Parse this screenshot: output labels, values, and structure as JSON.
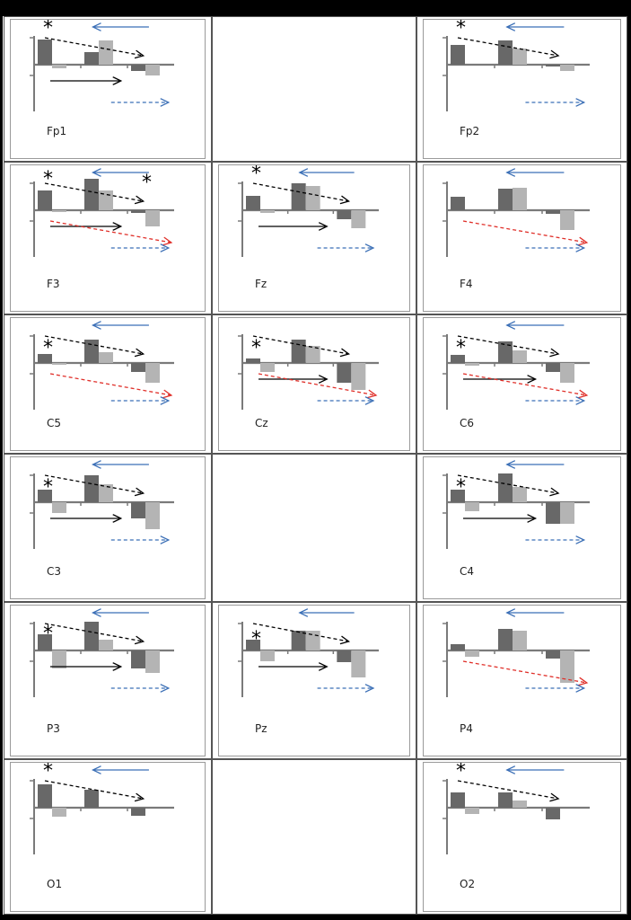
{
  "colors": {
    "bar_dark": "#686868",
    "bar_light": "#b4b4b4",
    "axis": "#7a7a7a",
    "arrow_blue": "#3b6fb6",
    "arrow_red": "#e0302a",
    "arrow_black": "#000000"
  },
  "chart_data": [
    {
      "label": "Fp1",
      "type": "bar",
      "values": [
        [
          28,
          -4
        ],
        [
          14,
          27
        ],
        [
          -7,
          -12
        ]
      ],
      "stars": [
        [
          0,
          36
        ]
      ],
      "arrows": [
        {
          "color": "blue",
          "style": "solid",
          "dir": "left",
          "row": 1
        },
        {
          "color": "black",
          "style": "dashed",
          "dir": "diag",
          "row": 2
        },
        {
          "color": "black",
          "style": "solid",
          "dir": "right",
          "row": 3
        },
        {
          "color": "blue",
          "style": "dashed",
          "dir": "right",
          "row": 4
        }
      ]
    },
    {
      "label": "Fp2",
      "type": "bar",
      "values": [
        [
          22,
          0
        ],
        [
          27,
          18
        ],
        [
          -2,
          -7
        ]
      ],
      "stars": [
        [
          0,
          36
        ]
      ],
      "arrows": [
        {
          "color": "blue",
          "style": "solid",
          "dir": "left",
          "row": 1
        },
        {
          "color": "black",
          "style": "dashed",
          "dir": "diag",
          "row": 2
        },
        {
          "color": "blue",
          "style": "dashed",
          "dir": "right",
          "row": 4
        }
      ]
    },
    {
      "label": "F3",
      "type": "bar",
      "values": [
        [
          22,
          -2
        ],
        [
          35,
          22
        ],
        [
          -3,
          -18
        ]
      ],
      "stars": [
        [
          0,
          30
        ],
        [
          2,
          26
        ]
      ],
      "arrows": [
        {
          "color": "blue",
          "style": "solid",
          "dir": "left",
          "row": 1
        },
        {
          "color": "black",
          "style": "dashed",
          "dir": "diag",
          "row": 2
        },
        {
          "color": "black",
          "style": "solid",
          "dir": "right",
          "row": 3
        },
        {
          "color": "red",
          "style": "dashed",
          "dir": "diag",
          "row": 3
        },
        {
          "color": "blue",
          "style": "dashed",
          "dir": "right",
          "row": 4
        }
      ]
    },
    {
      "label": "Fz",
      "type": "bar",
      "values": [
        [
          16,
          -3
        ],
        [
          30,
          27
        ],
        [
          -10,
          -20
        ]
      ],
      "stars": [
        [
          0,
          36
        ]
      ],
      "arrows": [
        {
          "color": "blue",
          "style": "solid",
          "dir": "left",
          "row": 1
        },
        {
          "color": "black",
          "style": "dashed",
          "dir": "diag",
          "row": 2
        },
        {
          "color": "black",
          "style": "solid",
          "dir": "right",
          "row": 3
        },
        {
          "color": "blue",
          "style": "dashed",
          "dir": "right",
          "row": 4
        }
      ]
    },
    {
      "label": "F4",
      "type": "bar",
      "values": [
        [
          15,
          0
        ],
        [
          24,
          25
        ],
        [
          -4,
          -22
        ]
      ],
      "stars": [],
      "arrows": [
        {
          "color": "blue",
          "style": "solid",
          "dir": "left",
          "row": 1
        },
        {
          "color": "red",
          "style": "dashed",
          "dir": "diag",
          "row": 3
        },
        {
          "color": "blue",
          "style": "dashed",
          "dir": "right",
          "row": 4
        }
      ]
    },
    {
      "label": "C5",
      "type": "bar",
      "values": [
        [
          10,
          -2
        ],
        [
          26,
          12
        ],
        [
          -10,
          -22
        ]
      ],
      "stars": [
        [
          0,
          12
        ]
      ],
      "arrows": [
        {
          "color": "blue",
          "style": "solid",
          "dir": "left",
          "row": 1
        },
        {
          "color": "black",
          "style": "dashed",
          "dir": "diag",
          "row": 2
        },
        {
          "color": "red",
          "style": "dashed",
          "dir": "diag",
          "row": 3
        },
        {
          "color": "blue",
          "style": "dashed",
          "dir": "right",
          "row": 4
        }
      ]
    },
    {
      "label": "Cz",
      "type": "bar",
      "values": [
        [
          5,
          -10
        ],
        [
          26,
          19
        ],
        [
          -22,
          -30
        ]
      ],
      "stars": [
        [
          0,
          12
        ]
      ],
      "arrows": [
        {
          "color": "black",
          "style": "dashed",
          "dir": "diag",
          "row": 2
        },
        {
          "color": "black",
          "style": "solid",
          "dir": "right",
          "row": 3
        },
        {
          "color": "red",
          "style": "dashed",
          "dir": "diag",
          "row": 3
        },
        {
          "color": "blue",
          "style": "dashed",
          "dir": "right",
          "row": 4
        }
      ]
    },
    {
      "label": "C6",
      "type": "bar",
      "values": [
        [
          9,
          -3
        ],
        [
          24,
          14
        ],
        [
          -10,
          -22
        ]
      ],
      "stars": [
        [
          0,
          12
        ]
      ],
      "arrows": [
        {
          "color": "blue",
          "style": "solid",
          "dir": "left",
          "row": 1
        },
        {
          "color": "black",
          "style": "dashed",
          "dir": "diag",
          "row": 2
        },
        {
          "color": "black",
          "style": "solid",
          "dir": "right",
          "row": 3
        },
        {
          "color": "red",
          "style": "dashed",
          "dir": "diag",
          "row": 3
        },
        {
          "color": "blue",
          "style": "dashed",
          "dir": "right",
          "row": 4
        }
      ]
    },
    {
      "label": "C3",
      "type": "bar",
      "values": [
        [
          14,
          -12
        ],
        [
          30,
          20
        ],
        [
          -18,
          -30
        ]
      ],
      "stars": [
        [
          0,
          12
        ]
      ],
      "arrows": [
        {
          "color": "blue",
          "style": "solid",
          "dir": "left",
          "row": 1
        },
        {
          "color": "black",
          "style": "dashed",
          "dir": "diag",
          "row": 2
        },
        {
          "color": "black",
          "style": "solid",
          "dir": "right",
          "row": 3
        },
        {
          "color": "blue",
          "style": "dashed",
          "dir": "right",
          "row": 4
        }
      ]
    },
    {
      "label": "C4",
      "type": "bar",
      "values": [
        [
          14,
          -10
        ],
        [
          32,
          17
        ],
        [
          -24,
          -24
        ]
      ],
      "stars": [
        [
          0,
          12
        ]
      ],
      "arrows": [
        {
          "color": "blue",
          "style": "solid",
          "dir": "left",
          "row": 1
        },
        {
          "color": "black",
          "style": "dashed",
          "dir": "diag",
          "row": 2
        },
        {
          "color": "black",
          "style": "solid",
          "dir": "right",
          "row": 3
        },
        {
          "color": "blue",
          "style": "dashed",
          "dir": "right",
          "row": 4
        }
      ]
    },
    {
      "label": "P3",
      "type": "bar",
      "values": [
        [
          18,
          -20
        ],
        [
          32,
          12
        ],
        [
          -20,
          -25
        ]
      ],
      "stars": [
        [
          0,
          14
        ]
      ],
      "arrows": [
        {
          "color": "blue",
          "style": "solid",
          "dir": "left",
          "row": 1
        },
        {
          "color": "black",
          "style": "dashed",
          "dir": "diag",
          "row": 2
        },
        {
          "color": "black",
          "style": "solid",
          "dir": "right",
          "row": 3
        },
        {
          "color": "blue",
          "style": "dashed",
          "dir": "right",
          "row": 4
        }
      ]
    },
    {
      "label": "Pz",
      "type": "bar",
      "values": [
        [
          12,
          -12
        ],
        [
          22,
          22
        ],
        [
          -13,
          -30
        ]
      ],
      "stars": [
        [
          0,
          8
        ]
      ],
      "arrows": [
        {
          "color": "blue",
          "style": "solid",
          "dir": "left",
          "row": 1
        },
        {
          "color": "black",
          "style": "dashed",
          "dir": "diag",
          "row": 2
        },
        {
          "color": "black",
          "style": "solid",
          "dir": "right",
          "row": 3
        },
        {
          "color": "blue",
          "style": "dashed",
          "dir": "right",
          "row": 4
        }
      ]
    },
    {
      "label": "P4",
      "type": "bar",
      "values": [
        [
          7,
          -7
        ],
        [
          24,
          22
        ],
        [
          -9,
          -36
        ]
      ],
      "stars": [],
      "arrows": [
        {
          "color": "blue",
          "style": "solid",
          "dir": "left",
          "row": 1
        },
        {
          "color": "red",
          "style": "dashed",
          "dir": "diag",
          "row": 3
        },
        {
          "color": "blue",
          "style": "dashed",
          "dir": "right",
          "row": 4
        }
      ]
    },
    {
      "label": "O1",
      "type": "bar",
      "values": [
        [
          26,
          -10
        ],
        [
          20,
          0
        ],
        [
          -9,
          0
        ]
      ],
      "stars": [
        [
          0,
          36
        ]
      ],
      "arrows": [
        {
          "color": "blue",
          "style": "solid",
          "dir": "left",
          "row": 1
        },
        {
          "color": "black",
          "style": "dashed",
          "dir": "diag",
          "row": 2
        }
      ]
    },
    {
      "label": "O2",
      "type": "bar",
      "values": [
        [
          17,
          -7
        ],
        [
          17,
          8
        ],
        [
          -13,
          0
        ]
      ],
      "stars": [
        [
          0,
          36
        ]
      ],
      "arrows": [
        {
          "color": "blue",
          "style": "solid",
          "dir": "left",
          "row": 1
        },
        {
          "color": "black",
          "style": "dashed",
          "dir": "diag",
          "row": 2
        }
      ]
    }
  ]
}
